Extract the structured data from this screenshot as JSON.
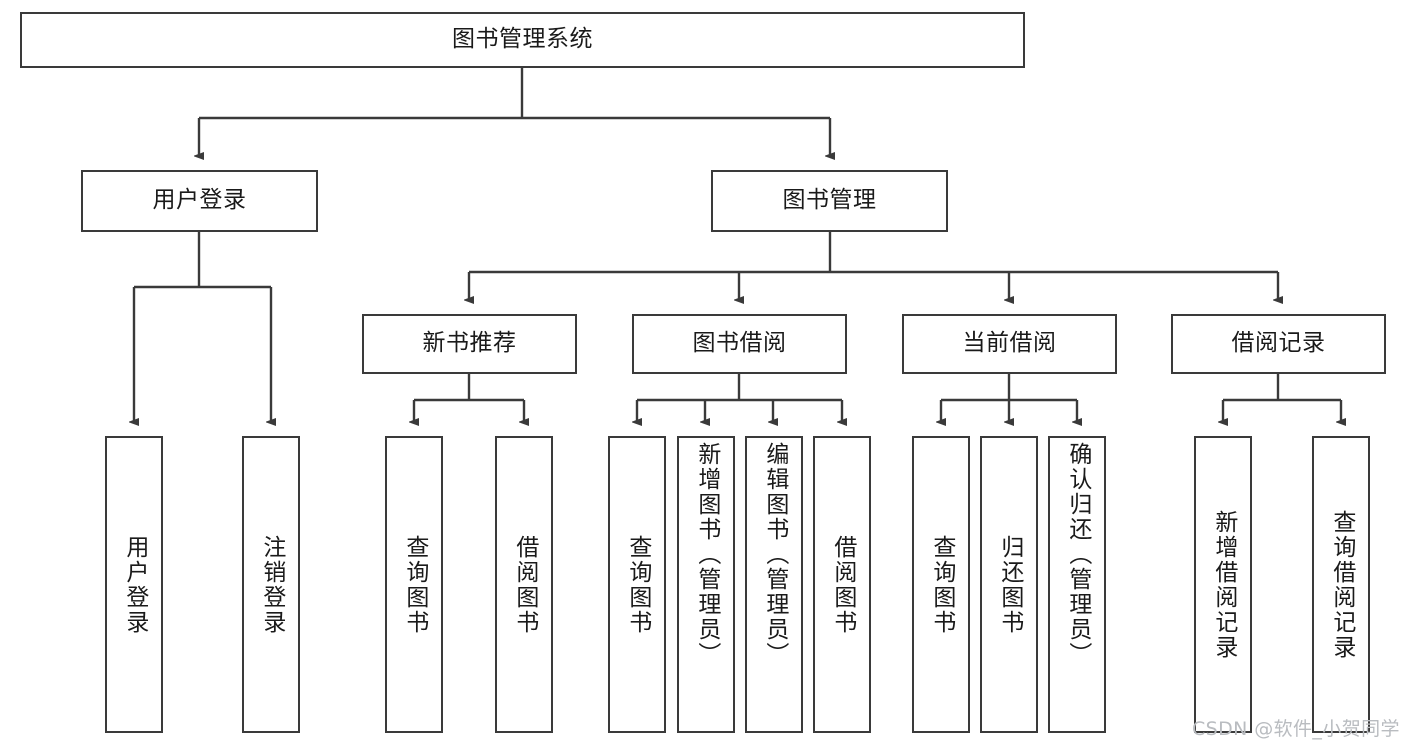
{
  "diagram": {
    "title": "图书管理系统",
    "type": "tree-hierarchy",
    "stroke_color": "#3a3a3a",
    "text_color": "#1a1a1a",
    "background": "#ffffff",
    "root": {
      "label": "图书管理系统"
    },
    "level2": [
      {
        "label": "用户登录"
      },
      {
        "label": "图书管理"
      }
    ],
    "level3": [
      {
        "label": "新书推荐"
      },
      {
        "label": "图书借阅"
      },
      {
        "label": "当前借阅"
      },
      {
        "label": "借阅记录"
      }
    ],
    "leaves": {
      "user_login": [
        {
          "label": "用户登录"
        },
        {
          "label": "注销登录"
        }
      ],
      "new_book": [
        {
          "label": "查询图书"
        },
        {
          "label": "借阅图书"
        }
      ],
      "book_borrow": [
        {
          "label": "查询图书"
        },
        {
          "label": "新增图书（管理员）"
        },
        {
          "label": "编辑图书（管理员）"
        },
        {
          "label": "借阅图书"
        }
      ],
      "current_borrow": [
        {
          "label": "查询图书"
        },
        {
          "label": "归还图书"
        },
        {
          "label": "确认归还（管理员）"
        }
      ],
      "borrow_record": [
        {
          "label": "新增借阅记录"
        },
        {
          "label": "查询借阅记录"
        }
      ]
    }
  },
  "watermark": {
    "text": "CSDN @软件_小贺同学"
  }
}
